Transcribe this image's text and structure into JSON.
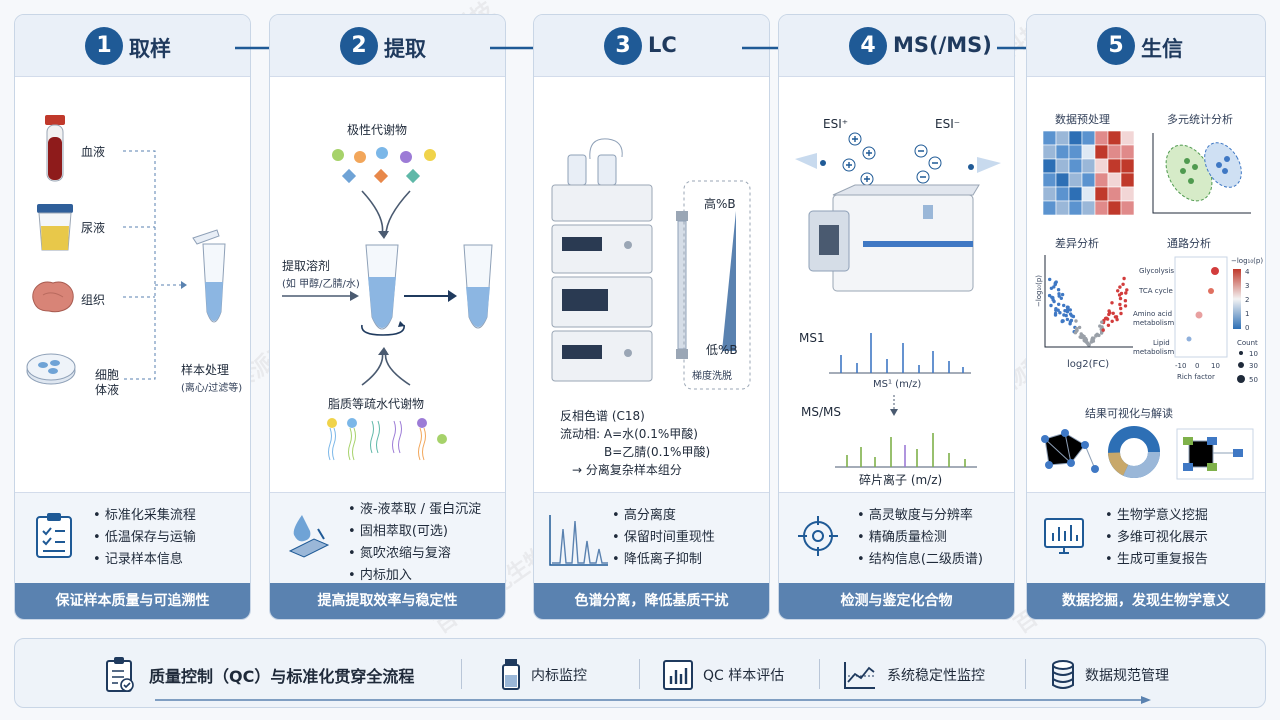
{
  "colors": {
    "primary": "#1f5a96",
    "footer": "#5a82b0",
    "header_bg": "#eaf0f8",
    "accent_red": "#d23c3c",
    "accent_blue": "#3f78c4",
    "accent_green": "#4f9a4f"
  },
  "watermark": "百泰派克生物科技",
  "steps": [
    {
      "num": "1",
      "title": "取样",
      "labels": {
        "blood": "血液",
        "urine": "尿液",
        "tissue": "组织",
        "cell_line1": "细胞",
        "cell_line2": "体液",
        "process": "样本处理",
        "process_sub": "(离心/过滤等)"
      },
      "bullets": [
        "标准化采集流程",
        "低温保存与运输",
        "记录样本信息"
      ],
      "footer": "保证样本质量与可追溯性"
    },
    {
      "num": "2",
      "title": "提取",
      "labels": {
        "polar": "极性代谢物",
        "solvent": "提取溶剂",
        "solvent_sub": "(如 甲醇/乙腈/水)",
        "lipid": "脂质等疏水代谢物"
      },
      "bullets": [
        "液-液萃取 / 蛋白沉淀",
        "固相萃取(可选)",
        "氮吹浓缩与复溶",
        "内标加入"
      ],
      "footer": "提高提取效率与稳定性"
    },
    {
      "num": "3",
      "title": "LC",
      "labels": {
        "high_b": "高%B",
        "low_b": "低%B",
        "gradient": "梯度洗脱",
        "rp": "反相色谱 (C18)",
        "mp_a": "流动相:  A=水(0.1%甲酸)",
        "mp_b": "B=乙腈(0.1%甲酸)",
        "sep": "→ 分离复杂样本组分"
      },
      "bullets": [
        "高分离度",
        "保留时间重现性",
        "降低离子抑制"
      ],
      "footer": "色谱分离，降低基质干扰"
    },
    {
      "num": "4",
      "title": "MS(/MS)",
      "labels": {
        "esi_pos": "ESI⁺",
        "esi_neg": "ESI⁻",
        "ms1": "MS1",
        "ms1_axis": "MS¹ (m/z)",
        "msms": "MS/MS",
        "frag": "碎片离子 (m/z)"
      },
      "bullets": [
        "高灵敏度与分辨率",
        "精确质量检测",
        "结构信息(二级质谱)"
      ],
      "footer": "检测与鉴定化合物"
    },
    {
      "num": "5",
      "title": "生信",
      "labels": {
        "preproc": "数据预处理",
        "multi": "多元统计分析",
        "diff": "差异分析",
        "pathway": "通路分析",
        "y_axis": "−log₁₀(p)",
        "x_axis": "log2(FC)",
        "pw1": "Glycolysis",
        "pw2": "TCA cycle",
        "pw3a": "Amino acid",
        "pw3b": "metabolism",
        "pw4a": "Lipid",
        "pw4b": "metabolism",
        "rich": "Rich factor",
        "ticks": [
          "-10",
          "0",
          "10"
        ],
        "cb_title": "−log₁₀(p)",
        "cb_ticks": [
          "4",
          "3",
          "2",
          "1",
          "0"
        ],
        "count": "Count",
        "counts": [
          "10",
          "30",
          "50"
        ],
        "viz": "结果可视化与解读"
      },
      "bullets": [
        "生物学意义挖掘",
        "多维可视化展示",
        "生成可重复报告"
      ],
      "footer": "数据挖掘，发现生物学意义"
    }
  ],
  "bottom": {
    "items": [
      "质量控制（QC）与标准化贯穿全流程",
      "内标监控",
      "QC 样本评估",
      "系统稳定性监控",
      "数据规范管理"
    ]
  }
}
